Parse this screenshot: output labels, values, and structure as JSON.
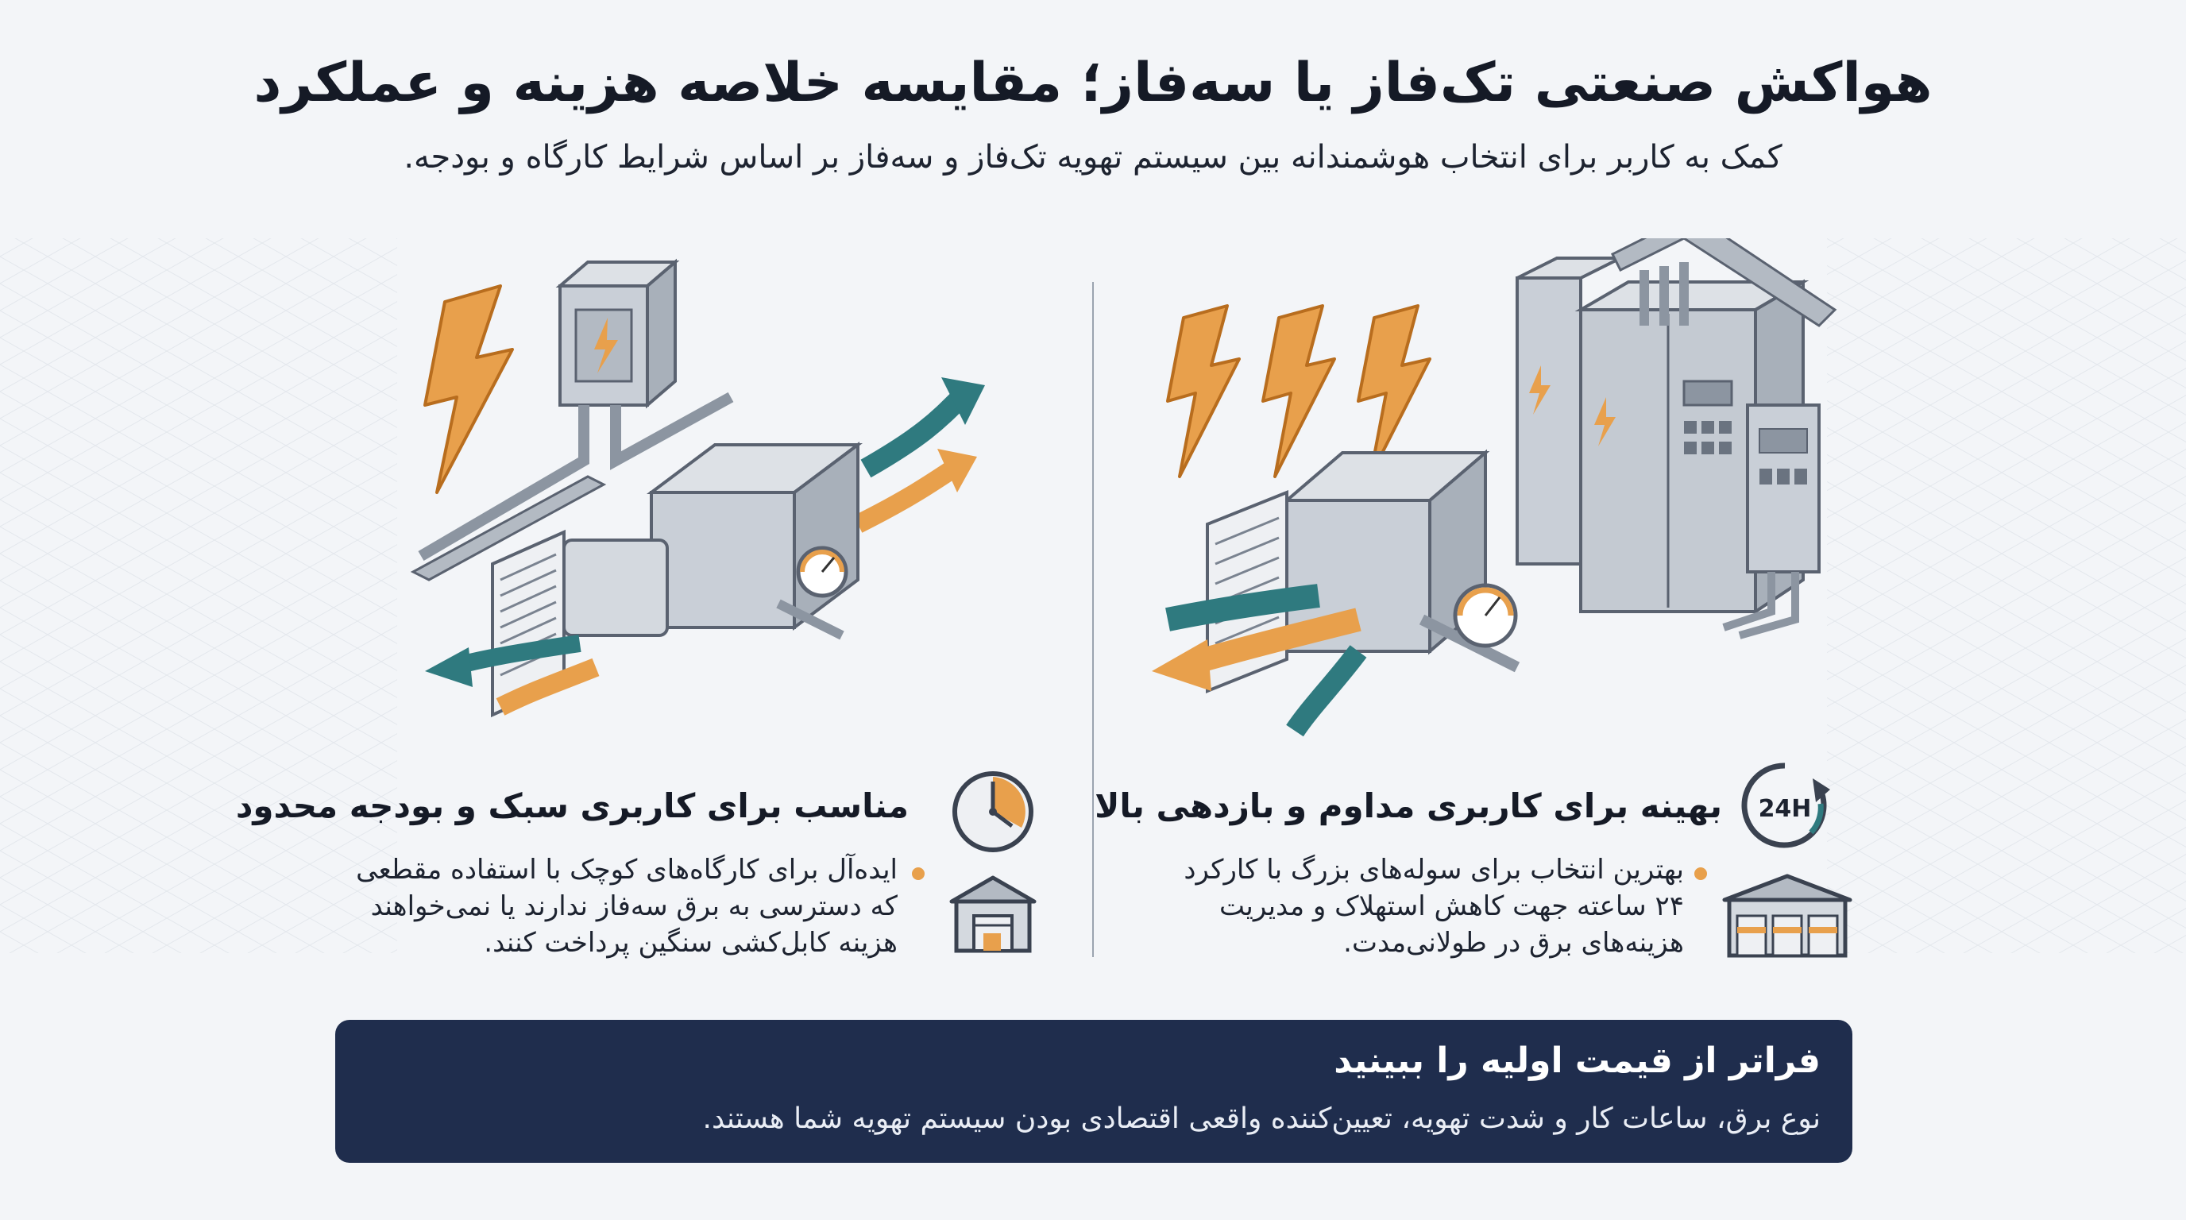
{
  "header": {
    "title": "هواکش صنعتی تک‌فاز یا سه‌فاز؛ مقایسه خلاصه هزینه و عملکرد",
    "subtitle": "کمک به کاربر برای انتخاب هوشمندانه بین سیستم تهویه تک‌فاز و سه‌فاز بر اساس شرایط کارگاه و بودجه."
  },
  "single_phase": {
    "heading": "مناسب برای کاربری سبک و بودجه محدود",
    "description": "ایده‌آل برای کارگاه‌های کوچک با استفاده مقطعی که دسترسی به برق سه‌فاز ندارند یا نمی‌خواهند هزینه کابل‌کشی سنگین پرداخت کنند."
  },
  "three_phase": {
    "heading": "بهینه برای کاربری مداوم و بازدهی بالا",
    "description": "بهترین انتخاب برای سوله‌های بزرگ با کارکرد ۲۴ ساعته جهت کاهش استهلاک و مدیریت هزینه‌های برق در طولانی‌مدت.",
    "clock_label": "24H"
  },
  "banner": {
    "title": "فراتر از قیمت اولیه را ببینید",
    "text": "نوع برق، ساعات کار و شدت تهویه، تعیین‌کننده واقعی اقتصادی بودن سیستم تهویه شما هستند."
  },
  "colors": {
    "orange": "#e8a04c",
    "teal": "#2f7a7f",
    "navy": "#1f2d4d",
    "metal": "#b9c0c9"
  },
  "icons": {
    "left_top": "timer-icon",
    "left_bottom": "small-workshop-icon",
    "right_top": "clock-24h-icon",
    "right_bottom": "large-warehouse-icon"
  }
}
